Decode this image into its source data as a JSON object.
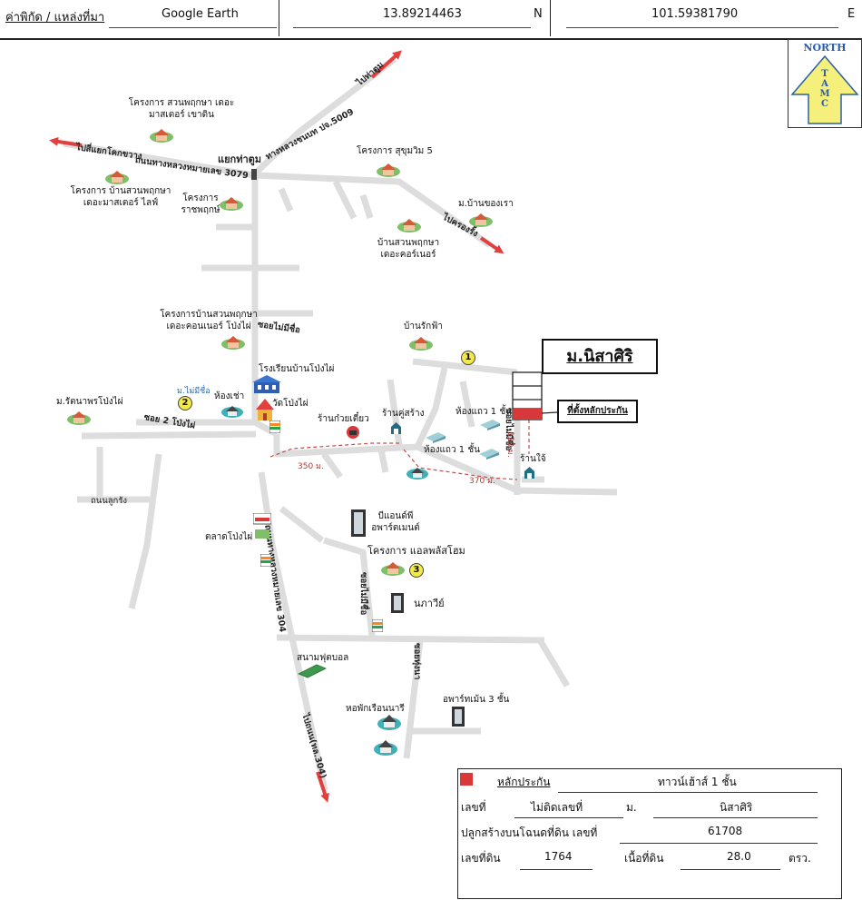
{
  "header": {
    "label": "ค่าพิกัด / แหล่งที่มา",
    "source": "Google Earth",
    "latitude": "13.89214463",
    "lat_dir": "N",
    "longitude": "101.59381790",
    "lon_dir": "E"
  },
  "compass": {
    "word": "NORTH",
    "letters": [
      "T",
      "A",
      "M",
      "C"
    ]
  },
  "colors": {
    "road": "#dddddd",
    "arrow": "#e2403e",
    "collateral": "#d9383a",
    "dashed": "#c94a4a"
  },
  "target": {
    "title": "ม.นิสาศิริ",
    "collateral_label": "ที่ตั้งหลักประกัน"
  },
  "roads": {
    "r1": "ไปท่าตูม",
    "r2": "ทางหลวงชนบท ปจ.5009",
    "r3": "ไปสี่แยกโคกขวาง",
    "r4": "ถนนทางหลวงหมายเลข 3079",
    "r5": "ไปครองรั้ง",
    "r6": "ซอยไม่มีชื่อ",
    "r7": "ซอย 2 โป่งไผ่",
    "r8": "ถนนลูกรัง",
    "r9": "ถนนทางหลวงหมายเลข 304",
    "r10": "ไปถนน(ทล.304)",
    "r11": "ซอยไม่มีชื่อ",
    "r12": "ซอยไม่มีชื่อ",
    "r13": "ซอยทุ่งนา"
  },
  "intersection": "แยกท่าตูม",
  "places": {
    "p1": "โครงการ สวนพฤกษา เดอะมาสเตอร์ เขาดิน",
    "p2": "โครงการ บ้านสวนพฤกษา เดอะมาสเตอร์ ไลฟ์",
    "p3": "โครงการ ราชพฤกษ์",
    "p4": "โครงการ สุขุมวิม 5",
    "p5": "ม.บ้านของเรา",
    "p6": "บ้านสวนพฤกษา เดอะคอร์เนอร์",
    "p7": "โครงการบ้านสวนพฤกษา เดอะคอนเนอร์ โป่งไผ่",
    "p8": "บ้านรักฟ้า",
    "p9": "โรงเรียนบ้านโป่งไผ่",
    "p10": "วัดโป่งไผ่",
    "p11": "ม.ไม่มีชื่อ",
    "p12": "ห้องเช่า",
    "p13": "ม.รัตนาพรโป่งไผ่",
    "p14": "ร้านก๋วยเตี๋ยว",
    "p15": "ร้านคู่สร้าง",
    "p16": "ห้องแถว 1 ชั้น",
    "p17": "ห้องแถว 1 ชั้น",
    "p18": "ร้านใจ้",
    "p19": "ตลาดโป่งไผ่",
    "p20": "บีแอนด์พี อพาร์ตเมนต์",
    "p21": "โครงการ แอลพลัสโฮม",
    "p22": "นภาวีย์",
    "p23": "สนามฟุตบอล",
    "p24": "หอพักเรือนนารี",
    "p25": "อพาร์ทเม้น 3 ชั้น"
  },
  "badges": [
    "1",
    "2",
    "3"
  ],
  "distances": {
    "d1": "350 ม.",
    "d2": "370 ม.",
    "d3": "120 ม."
  },
  "legend": {
    "type_label": "หลักประกัน",
    "type_value": "ทาวน์เฮ้าส์ 1 ชั้น",
    "no_label": "เลขที่",
    "no_value": "ไม่ติดเลขที่",
    "village_label": "ม.",
    "village_value": "นิสาศิริ",
    "deed_label": "ปลูกสร้างบนโฉนดที่ดิน เลขที่",
    "deed_value": "61708",
    "land_no_label": "เลขที่ดิน",
    "land_no_value": "1764",
    "area_label": "เนื้อที่ดิน",
    "area_value": "28.0",
    "area_unit": "ตรว."
  }
}
